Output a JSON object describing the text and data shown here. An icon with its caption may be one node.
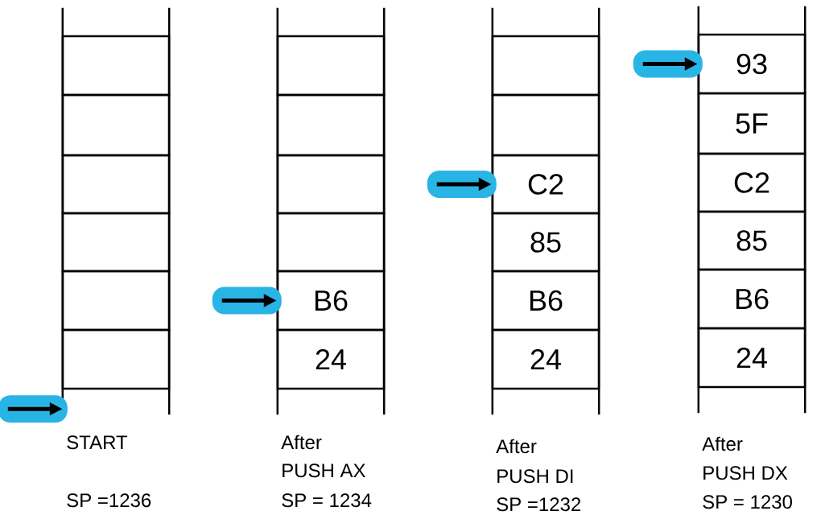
{
  "diagram": {
    "nodes": [
      {
        "text": [],
        "shape": "box",
        "beside": [
          "START",
          "SP =1236"
        ]
      },
      {
        "text": [],
        "shape": "box",
        "in": 0
      },
      {
        "text": [],
        "shape": "box",
        "in": 0
      },
      {
        "text": [],
        "shape": "box",
        "in": 0
      },
      {
        "text": [],
        "shape": "box",
        "in": 0
      },
      {
        "text": [],
        "shape": "box",
        "in": 0
      },
      {
        "text": [],
        "shape": "box",
        "in": 0
      },
      {
        "text": [],
        "shape": "box",
        "beside": [
          "After",
          "PUSH AX",
          "SP = 1234"
        ]
      },
      {
        "text": [],
        "shape": "box",
        "in": 7
      },
      {
        "text": [],
        "shape": "box",
        "in": 7
      },
      {
        "text": [],
        "shape": "box",
        "in": 7
      },
      {
        "text": [],
        "shape": "box",
        "in": 7
      },
      {
        "text": [
          "B6"
        ],
        "in": 7
      },
      {
        "text": [
          "24"
        ],
        "in": 7
      },
      {
        "text": [],
        "shape": "box",
        "beside": [
          "After",
          "PUSH DI",
          "SP =1232"
        ]
      },
      {
        "text": [],
        "shape": "box",
        "in": 14
      },
      {
        "text": [],
        "shape": "box",
        "in": 14
      },
      {
        "text": [
          "C2"
        ],
        "in": 14
      },
      {
        "text": [
          "85"
        ],
        "in": 14
      },
      {
        "text": [
          "B6"
        ],
        "in": 14
      },
      {
        "text": [
          "24"
        ],
        "in": 14
      },
      {
        "text": [],
        "shape": "box",
        "beside": [
          "After",
          "PUSH DX",
          "SP = 1230"
        ]
      },
      {
        "text": [
          "93"
        ],
        "in": 21
      },
      {
        "text": [
          "5F"
        ],
        "in": 21
      },
      {
        "text": [
          "C2"
        ],
        "in": 21
      },
      {
        "text": [
          "85"
        ],
        "in": 21
      },
      {
        "text": [
          "B6"
        ],
        "in": 21
      },
      {
        "text": [
          "24"
        ],
        "in": 21
      }
    ],
    "edges": [
      {
        "from": null,
        "to": 0,
        "arrow": "to"
      },
      {
        "from": null,
        "to": 12,
        "arrow": "to"
      },
      {
        "from": null,
        "to": 17,
        "arrow": "to"
      },
      {
        "from": null,
        "to": 22,
        "arrow": "to"
      }
    ]
  }
}
